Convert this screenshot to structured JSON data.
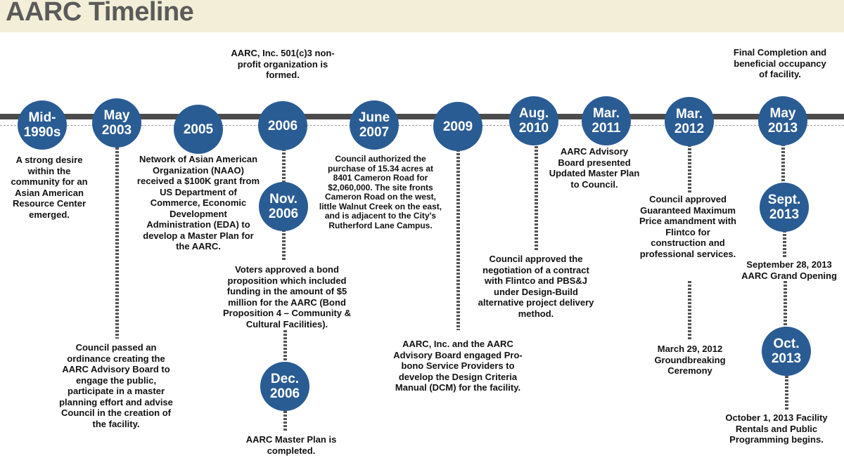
{
  "title": "AARC Timeline",
  "colors": {
    "circle": "#2a5c94",
    "header_bg": "#f3eed7",
    "line": "#4b4b4b"
  },
  "events": [
    {
      "date": "Mid-\n1990s",
      "text": "A strong desire within the community for an Asian American Resource Center emerged."
    },
    {
      "date": "May\n2003",
      "text": "Council passed an ordinance creating the AARC Advisory Board to engage the public, participate in a master planning effort and advise Council in the creation of the facility."
    },
    {
      "date": "2005",
      "text": "Network of Asian American Organization (NAAO) received a $100K grant from US Department of Commerce, Economic Development Administration (EDA) to develop a Master Plan for the AARC."
    },
    {
      "date": "2006",
      "text": "AARC, Inc. 501(c)3 non-profit organization is formed."
    },
    {
      "date": "Nov.\n2006",
      "text": "Voters approved a bond proposition which included funding in the amount of $5 million for the AARC (Bond Proposition 4 – Community & Cultural Facilities)."
    },
    {
      "date": "Dec.\n2006",
      "text": "AARC Master Plan is completed."
    },
    {
      "date": "June\n2007",
      "text": "Council authorized the purchase of 15.34 acres at 8401 Cameron Road for $2,060,000. The site fronts Cameron Road on the west, little Walnut Creek on the east, and is adjacent to the City's Rutherford Lane Campus."
    },
    {
      "date": "2009",
      "text": "AARC, Inc. and the AARC Advisory Board engaged Pro-bono Service Providers to develop the Design Criteria Manual (DCM) for the facility."
    },
    {
      "date": "Aug.\n2010",
      "text": "Council approved the negotiation of a contract with Flintco and PBS&J under Design-Build alternative project delivery method."
    },
    {
      "date": "Mar.\n2011",
      "text": "AARC Advisory Board presented Updated Master Plan to Council."
    },
    {
      "date": "Mar.\n2012",
      "text": "Council approved Guaranteed Maximum Price amandment with Flintco for construction and professional services.",
      "text2": "March 29, 2012 Groundbreaking Ceremony"
    },
    {
      "date": "May\n2013",
      "text": "Final Completion and beneficial occupancy of facility."
    },
    {
      "date": "Sept.\n2013",
      "text": "September 28, 2013 AARC Grand Opening"
    },
    {
      "date": "Oct.\n2013",
      "text": "October 1, 2013 Facility Rentals and Public Programming begins."
    }
  ]
}
